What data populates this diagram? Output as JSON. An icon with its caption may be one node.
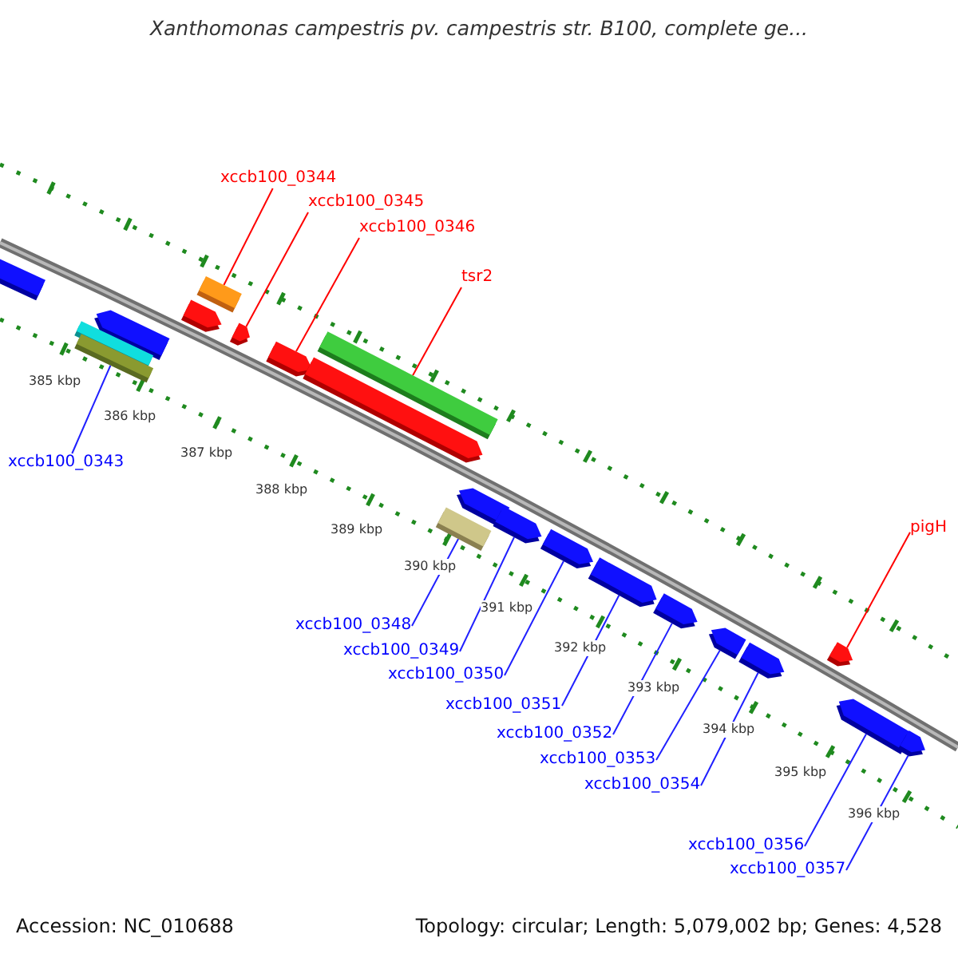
{
  "diagram": {
    "title": "Xanthomonas campestris pv. campestris str. B100, complete ge...",
    "nodes": [
      {
        "text": [
          "xccb100_0344"
        ]
      },
      {
        "text": [
          "xccb100_0345"
        ]
      },
      {
        "text": [
          "xccb100_0346"
        ]
      },
      {
        "text": [
          "tsr2"
        ]
      },
      {
        "text": [
          "xccb100_0343"
        ]
      },
      {
        "text": [
          "pigH"
        ]
      },
      {
        "text": [
          "xccb100_0348"
        ]
      },
      {
        "text": [
          "xccb100_0349"
        ]
      },
      {
        "text": [
          "xccb100_0350"
        ]
      },
      {
        "text": [
          "xccb100_0351"
        ]
      },
      {
        "text": [
          "xccb100_0352"
        ]
      },
      {
        "text": [
          "xccb100_0353"
        ]
      },
      {
        "text": [
          "xccb100_0354"
        ]
      },
      {
        "text": [
          "xccb100_0356"
        ]
      },
      {
        "text": [
          "xccb100_0357"
        ]
      },
      {
        "text": [],
        "shape": "box"
      },
      {
        "text": [],
        "shape": "arrow"
      },
      {
        "text": [],
        "shape": "box"
      },
      {
        "text": [],
        "shape": "box"
      },
      {
        "text": [],
        "shape": "box"
      },
      {
        "text": [],
        "shape": "arrow"
      },
      {
        "text": [],
        "shape": "arrow"
      },
      {
        "text": [],
        "shape": "arrow"
      },
      {
        "text": [],
        "shape": "box"
      },
      {
        "text": [],
        "shape": "arrow"
      },
      {
        "text": [],
        "shape": "arrow"
      },
      {
        "text": [],
        "shape": "box"
      },
      {
        "text": [],
        "shape": "arrow"
      },
      {
        "text": [],
        "shape": "arrow"
      },
      {
        "text": [],
        "shape": "arrow"
      },
      {
        "text": [],
        "shape": "arrow"
      },
      {
        "text": [],
        "shape": "arrow"
      },
      {
        "text": [],
        "shape": "arrow"
      },
      {
        "text": [],
        "shape": "arrow"
      },
      {
        "text": [],
        "shape": "arrow"
      },
      {
        "text": [],
        "shape": "arrow"
      }
    ],
    "edges": [
      {
        "from": 0,
        "to": 19,
        "arrow": "none",
        "color": "#ff0000"
      },
      {
        "from": 1,
        "to": 21,
        "arrow": "none",
        "color": "#ff0000"
      },
      {
        "from": 2,
        "to": 22,
        "arrow": "none",
        "color": "#ff0000"
      },
      {
        "from": 3,
        "to": 23,
        "arrow": "none",
        "color": "#ff0000"
      },
      {
        "from": 4,
        "to": 18,
        "arrow": "none"
      },
      {
        "from": 5,
        "to": 33,
        "arrow": "none",
        "color": "#ff0000"
      },
      {
        "from": 6,
        "to": 26,
        "arrow": "none"
      },
      {
        "from": 7,
        "to": 27,
        "arrow": "none"
      },
      {
        "from": 8,
        "to": 28,
        "arrow": "none"
      },
      {
        "from": 9,
        "to": 29,
        "arrow": "none"
      },
      {
        "from": 10,
        "to": 30,
        "arrow": "none"
      },
      {
        "from": 11,
        "to": 31,
        "arrow": "none"
      },
      {
        "from": 12,
        "to": 32,
        "arrow": "none"
      },
      {
        "from": 13,
        "to": 34,
        "arrow": "none"
      },
      {
        "from": 14,
        "to": 35,
        "arrow": "none"
      }
    ],
    "labels": [
      "385 kbp",
      "386 kbp",
      "387 kbp",
      "388 kbp",
      "389 kbp",
      "390 kbp",
      "391 kbp",
      "392 kbp",
      "393 kbp",
      "394 kbp",
      "395 kbp",
      "396 kbp",
      "Accession: NC_010688",
      "Topology: circular; Length: 5,079,002 bp; Genes: 4,528"
    ]
  }
}
